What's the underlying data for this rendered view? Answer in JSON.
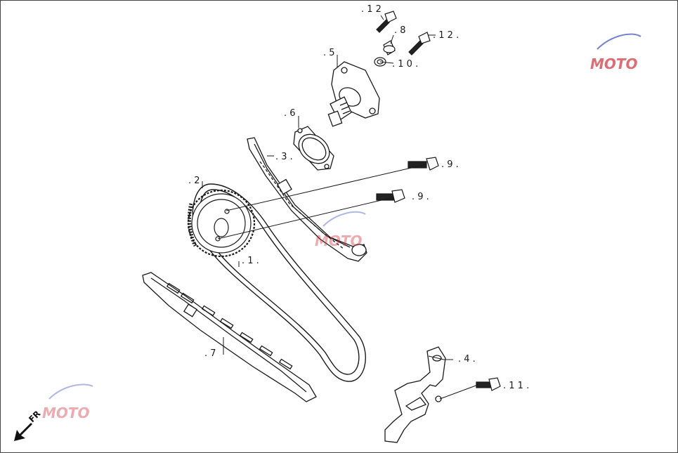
{
  "parts": [
    {
      "id": "p1",
      "label": ". 1 ."
    },
    {
      "id": "p2",
      "label": ". 2"
    },
    {
      "id": "p3",
      "label": ". 3 ."
    },
    {
      "id": "p4",
      "label": ". 4 ."
    },
    {
      "id": "p5",
      "label": ". 5"
    },
    {
      "id": "p6",
      "label": ". 6"
    },
    {
      "id": "p7",
      "label": ". 7"
    },
    {
      "id": "p8",
      "label": ". 8"
    },
    {
      "id": "p9a",
      "label": ". 9 ."
    },
    {
      "id": "p9b",
      "label": ". 9 ."
    },
    {
      "id": "p10",
      "label": ". 1 0 ."
    },
    {
      "id": "p11",
      "label": ". 1 1 ."
    },
    {
      "id": "p12a",
      "label": ". 1 2"
    },
    {
      "id": "p12b",
      "label": ". 1 2 ."
    }
  ],
  "direction_label": "FR",
  "watermark_text": "MOTO",
  "colors": {
    "line": "#1a1a1a",
    "watermark_blue": "#3a4fb8",
    "watermark_red": "#d0303a"
  }
}
